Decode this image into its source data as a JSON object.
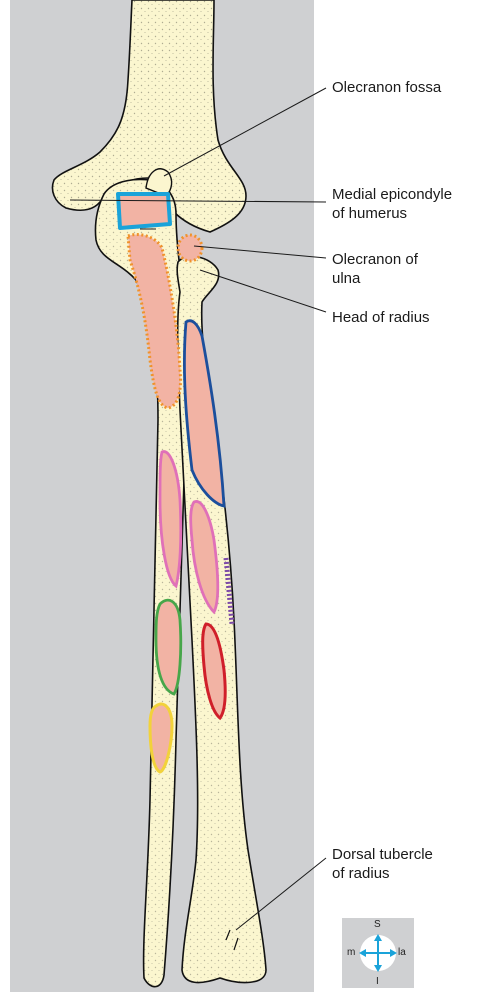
{
  "labels": {
    "olecranon_fossa": "Olecranon fossa",
    "medial_epicondyle_line1": "Medial epicondyle",
    "medial_epicondyle_line2": "of humerus",
    "olecranon_ulna_line1": "Olecranon of",
    "olecranon_ulna_line2": "ulna",
    "head_radius": "Head of radius",
    "dorsal_tubercle_line1": "Dorsal tubercle",
    "dorsal_tubercle_line2": "of radius"
  },
  "compass": {
    "superior": "S",
    "inferior": "I",
    "medial": "m",
    "lateral": "la"
  },
  "colors": {
    "background_panel": "#cfd0d2",
    "bone": "#fbf6cf",
    "attachment_fill": "#f2b3a4",
    "outline_blue_light": "#1aa3d9",
    "outline_orange_dotted": "#f0922b",
    "outline_blue_dark": "#1c4f9c",
    "outline_pink": "#e070b8",
    "outline_purple_dotted": "#7b4aa8",
    "outline_red": "#d01f2a",
    "outline_green": "#47a64a",
    "outline_yellow": "#f2d23a"
  }
}
